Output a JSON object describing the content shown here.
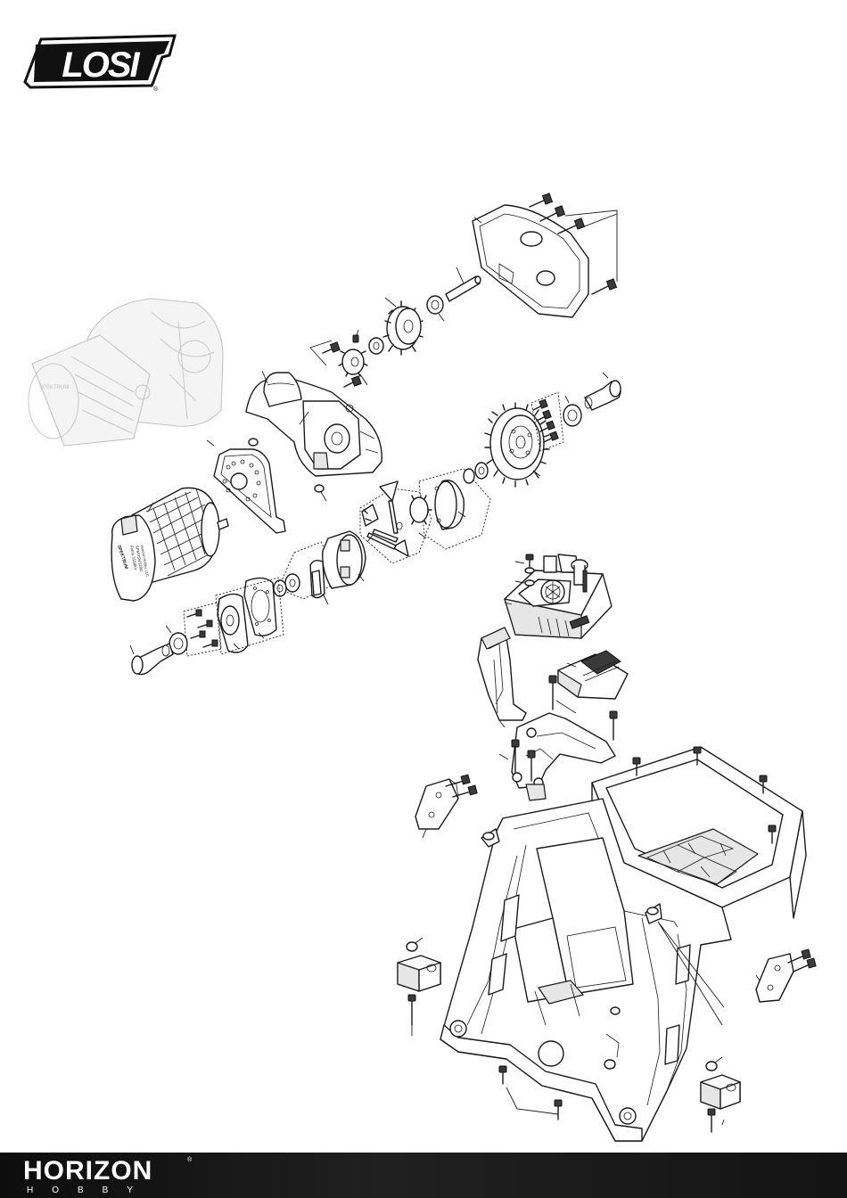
{
  "header": {
    "logo_text": "LOSI",
    "logo_registered": "®"
  },
  "footer": {
    "brand_main": "HORIZON",
    "brand_sub": "HOBBY",
    "brand_registered": "®"
  },
  "motor_labels": {
    "brand": "SPEKTRUM",
    "line1": "Firma 3150Kv",
    "line2": "SPMXSM1200",
    "line3": "Horizon Hobby, LLC"
  },
  "colors": {
    "ink": "#1a1a1a",
    "ghost": "#c4c4c4",
    "footer_bg": "#141414",
    "footer_text": "#ffffff"
  }
}
